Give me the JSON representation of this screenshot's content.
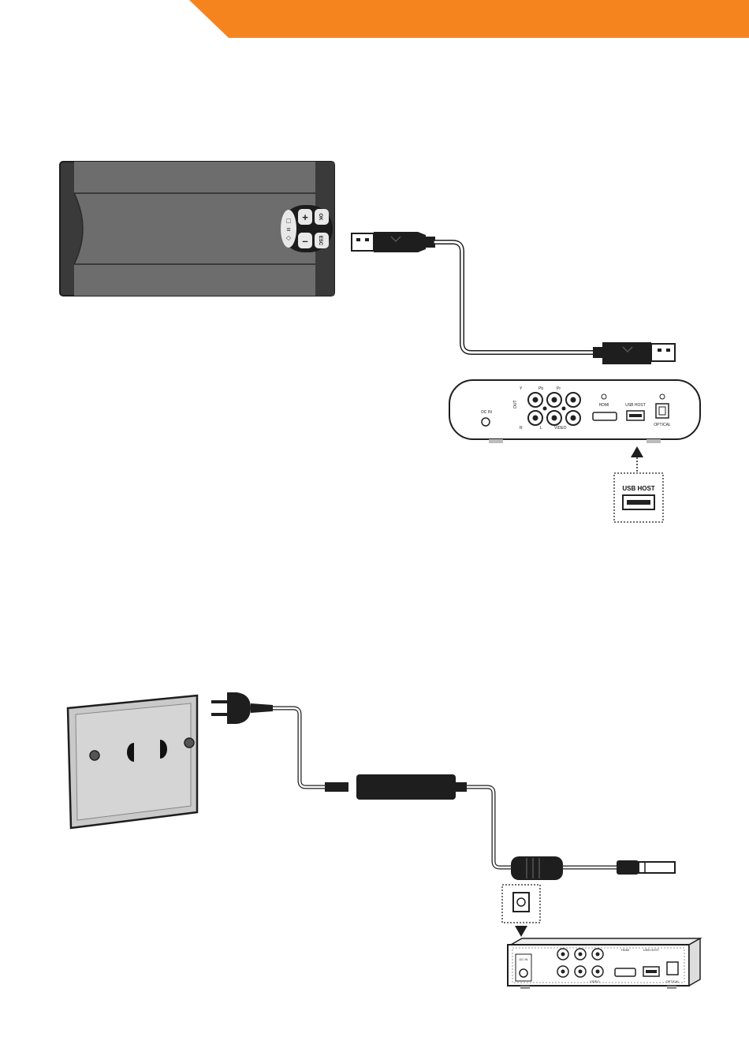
{
  "colors": {
    "accent": "#F5841F",
    "device_dark": "#3a3a3a",
    "device_mid": "#6d6d6d",
    "outline": "#1e1e1e",
    "plate": "#c9c9c9"
  },
  "figure1": {
    "hdd_buttons": {
      "plus": "+",
      "minus": "–",
      "ok": "OK",
      "esc": "ESC"
    },
    "player_labels": {
      "dc_in": "DC IN",
      "out": "OUT",
      "y": "Y",
      "pb": "Pb",
      "pr": "Pr",
      "r": "R",
      "l": "L",
      "video": "VIDEO",
      "hdmi": "HDMI",
      "usb_host": "USB HOST",
      "optical": "OPTICAL"
    },
    "callout_label": "USB HOST"
  },
  "figure2": {
    "player_labels": {
      "hdmi": "HDMI",
      "usb_host": "USB HOST",
      "optical": "OPTICAL",
      "dc_in": "DC IN",
      "video": "VIDEO"
    }
  },
  "icons": [
    "usb-plug-icon",
    "arrow-up-icon",
    "arrow-down-icon",
    "power-plug-icon",
    "dc-jack-icon"
  ]
}
